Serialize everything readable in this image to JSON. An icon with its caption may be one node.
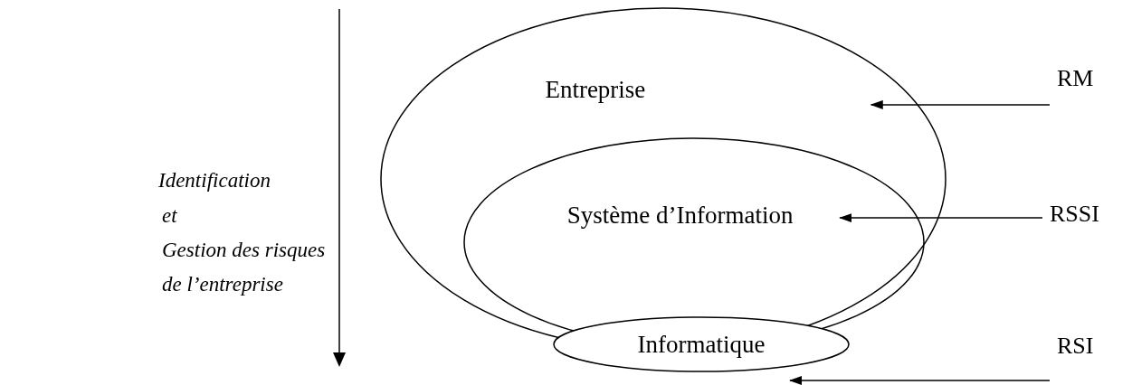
{
  "diagram": {
    "nodes": [
      {
        "text": [
          "Entreprise"
        ]
      },
      {
        "text": [
          "Système d’Information"
        ],
        "in": 0
      },
      {
        "text": [
          "Informatique"
        ]
      },
      {
        "text": [
          "RM"
        ]
      },
      {
        "text": [
          "RSSI"
        ]
      },
      {
        "text": [
          "RSI"
        ]
      }
    ],
    "edges": [
      {
        "from": 3,
        "to": 0,
        "arrow": "to"
      },
      {
        "from": 4,
        "to": 1,
        "arrow": "to"
      },
      {
        "from": 5,
        "to": 2,
        "arrow": "to"
      }
    ],
    "labels": [
      "Identification",
      "et",
      "Gestion des risques",
      "de l’entreprise"
    ]
  }
}
